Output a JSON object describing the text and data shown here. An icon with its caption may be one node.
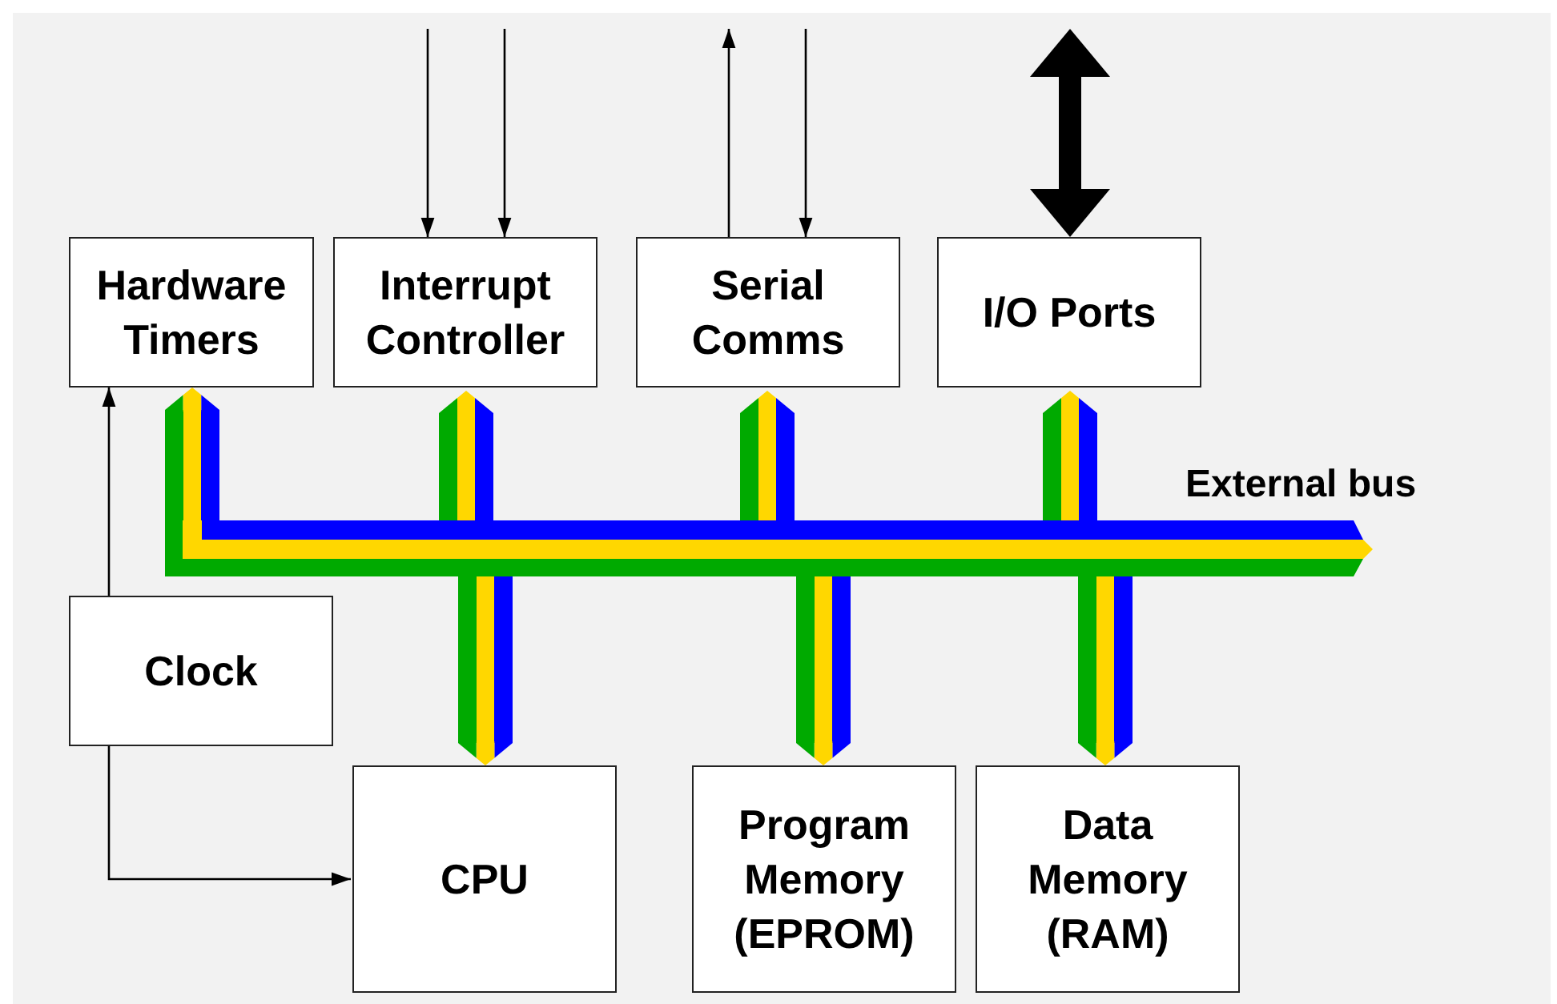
{
  "diagram": {
    "nodes": [
      {
        "text": [
          "Hardware Timers"
        ]
      },
      {
        "text": [
          "Interrupt Controller"
        ]
      },
      {
        "text": [
          "Serial Comms"
        ]
      },
      {
        "text": [
          "I/O Ports"
        ]
      },
      {
        "text": [
          "Clock"
        ]
      },
      {
        "text": [
          "CPU"
        ]
      },
      {
        "text": [
          "Program Memory (EPROM)"
        ]
      },
      {
        "text": [
          "Data Memory (RAM)"
        ]
      },
      {
        "text": [
          "External bus"
        ]
      }
    ],
    "edges": [
      {
        "from": 4,
        "to": 0,
        "arrow": "to"
      },
      {
        "from": 4,
        "to": 5,
        "arrow": "to"
      },
      {
        "from": null,
        "to": 1,
        "arrow": "to"
      },
      {
        "from": null,
        "to": 1,
        "arrow": "to"
      },
      {
        "from": 2,
        "to": null,
        "arrow": "to"
      },
      {
        "from": null,
        "to": 2,
        "arrow": "to"
      },
      {
        "from": 3,
        "to": null,
        "arrow": "both",
        "style": "thick",
        "color": "#000000"
      },
      {
        "from": 8,
        "to": 0,
        "arrow": "to",
        "style": "thick"
      },
      {
        "from": 8,
        "to": 1,
        "arrow": "to",
        "style": "thick"
      },
      {
        "from": 8,
        "to": 2,
        "arrow": "to",
        "style": "thick"
      },
      {
        "from": 8,
        "to": 3,
        "arrow": "to",
        "style": "thick"
      },
      {
        "from": 8,
        "to": 5,
        "arrow": "to",
        "style": "thick"
      },
      {
        "from": 8,
        "to": 6,
        "arrow": "to",
        "style": "thick"
      },
      {
        "from": 8,
        "to": 7,
        "arrow": "to",
        "style": "thick"
      }
    ]
  }
}
